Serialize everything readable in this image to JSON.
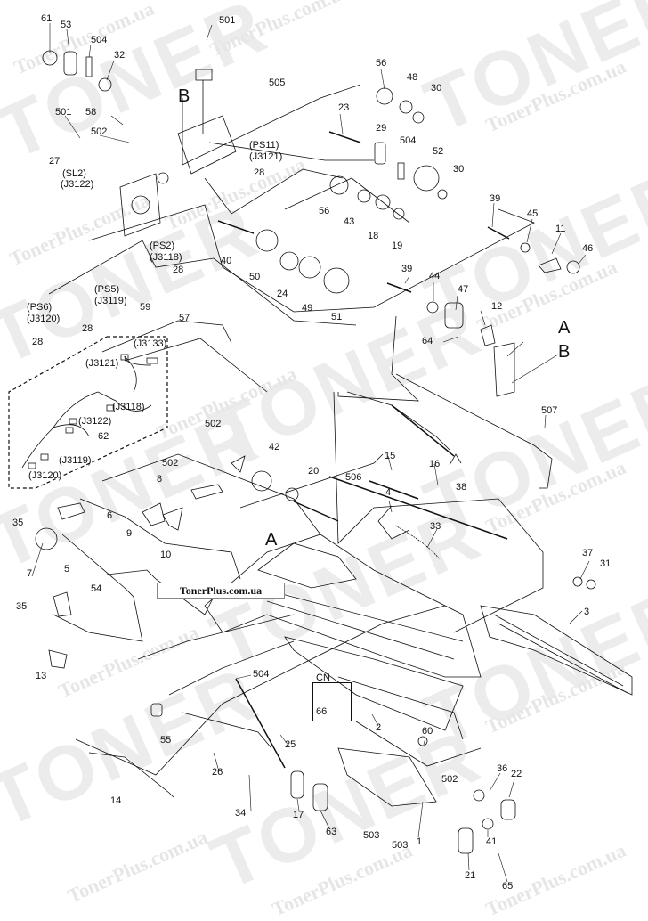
{
  "watermark": {
    "logo_word": "TONER",
    "site": "TonerPlus.com.ua"
  },
  "banner_text": "TonerPlus.com.ua",
  "labels": {
    "n61": "61",
    "n53": "53",
    "n504a": "504",
    "n32": "32",
    "n501a": "501",
    "n56a": "56",
    "n48": "48",
    "n30a": "30",
    "B1": "B",
    "n505": "505",
    "n23": "23",
    "n501b": "501",
    "n58": "58",
    "n502a": "502",
    "n29": "29",
    "n504b": "504",
    "n52": "52",
    "n30b": "30",
    "ps11": "(PS11)",
    "j3121a": "(J3121)",
    "n28a": "28",
    "n27": "27",
    "sl2": "(SL2)",
    "j3122a": "(J3122)",
    "n56b": "56",
    "n43": "43",
    "n18": "18",
    "n19": "19",
    "n39a": "39",
    "n45": "45",
    "n11": "11",
    "n46": "46",
    "n40": "40",
    "ps2": "(PS2)",
    "j3118a": "(J3118)",
    "n28b": "28",
    "n50": "50",
    "n24": "24",
    "n49": "49",
    "n51": "51",
    "n39b": "39",
    "n44": "44",
    "n47": "47",
    "n12": "12",
    "ps5": "(PS5)",
    "j3119a": "(J3119)",
    "ps6": "(PS6)",
    "j3120a": "(J3120)",
    "n28c": "28",
    "n28d": "28",
    "n59": "59",
    "n57": "57",
    "n64": "64",
    "A1": "A",
    "B2": "B",
    "j3133": "(J3133)",
    "j3121b": "(J3121)",
    "j3118b": "(J3118)",
    "j3122b": "(J3122)",
    "n62": "62",
    "j3119b": "(J3119)",
    "j3120b": "(J3120)",
    "n507": "507",
    "n502b": "502",
    "n15": "15",
    "n38": "38",
    "n42": "42",
    "n502c": "502",
    "n8": "8",
    "n16": "16",
    "n20": "20",
    "n506": "506",
    "n9": "9",
    "n10": "10",
    "n4": "4",
    "n33": "33",
    "n35a": "35",
    "n6": "6",
    "A2": "A",
    "n7": "7",
    "n37": "37",
    "n31": "31",
    "n5": "5",
    "n54": "54",
    "n3": "3",
    "n35b": "35",
    "n13": "13",
    "n504c": "504",
    "cn": "CN",
    "n66": "66",
    "n55": "55",
    "n25": "25",
    "n2": "2",
    "n60": "60",
    "n14": "14",
    "n26": "26",
    "n502d": "502",
    "n36": "36",
    "n22": "22",
    "n34": "34",
    "n17": "17",
    "n63": "63",
    "n503a": "503",
    "n503b": "503",
    "n1": "1",
    "n41": "41",
    "n21": "21",
    "n65": "65"
  }
}
